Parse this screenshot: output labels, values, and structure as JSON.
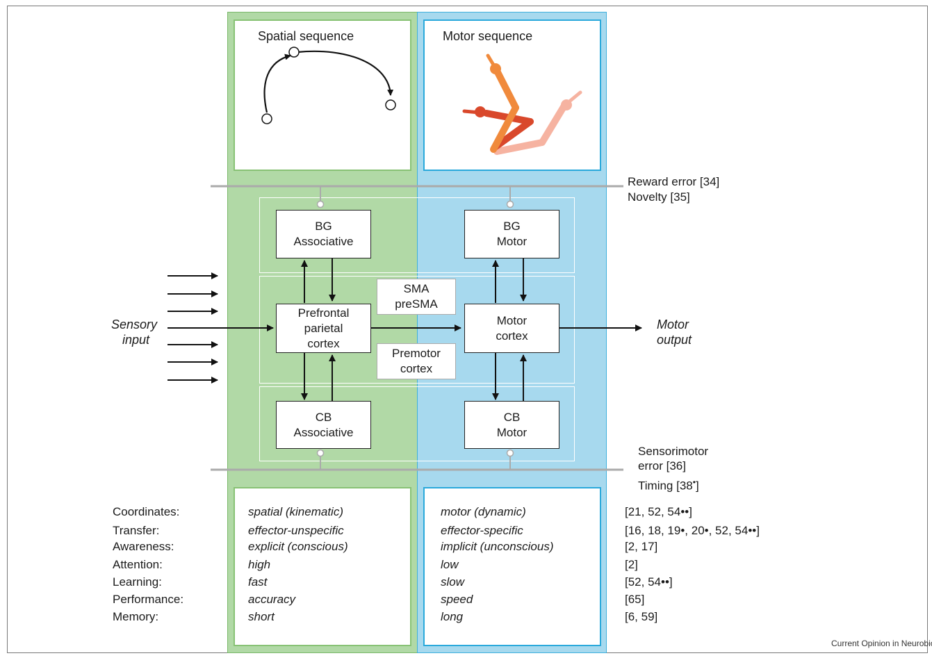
{
  "panels": {
    "spatial_title": "Spatial sequence",
    "motor_title": "Motor sequence"
  },
  "modulators": {
    "top_line1": "Reward error [34]",
    "top_line2": "Novelty [35]",
    "bottom_line1": "Sensorimotor",
    "bottom_line2": "error [36]",
    "bottom_line3_text": "Timing [38",
    "bottom_line3_sup": "•",
    "bottom_line3_end": "]"
  },
  "boxes": {
    "bg_assoc": [
      "BG",
      "Associative"
    ],
    "bg_motor": [
      "BG",
      "Motor"
    ],
    "pfc": [
      "Prefrontal",
      "parietal",
      "cortex"
    ],
    "motor_cortex": [
      "Motor",
      "cortex"
    ],
    "cb_assoc": [
      "CB",
      "Associative"
    ],
    "cb_motor": [
      "CB",
      "Motor"
    ],
    "sma": [
      "SMA",
      "preSMA"
    ],
    "premotor": [
      "Premotor",
      "cortex"
    ]
  },
  "io": {
    "sensory": [
      "Sensory",
      "input"
    ],
    "motor": [
      "Motor",
      "output"
    ]
  },
  "table": {
    "rows": [
      {
        "label": "Coordinates:",
        "spatial": "spatial (kinematic)",
        "motor": "motor (dynamic)",
        "ref": "[21, 52, 54••]"
      },
      {
        "label": "Transfer:",
        "spatial": "effector-unspecific",
        "motor": "effector-specific",
        "ref": "[16, 18, 19•, 20•, 52, 54••]"
      },
      {
        "label": "Awareness:",
        "spatial": "explicit (conscious)",
        "motor": "implicit (unconscious)",
        "ref": "[2, 17]"
      },
      {
        "label": "Attention:",
        "spatial": "high",
        "motor": "low",
        "ref": "[2]"
      },
      {
        "label": "Learning:",
        "spatial": "fast",
        "motor": "slow",
        "ref": "[52, 54••]"
      },
      {
        "label": "Performance:",
        "spatial": "accuracy",
        "motor": "speed",
        "ref": "[65]"
      },
      {
        "label": "Memory:",
        "spatial": "short",
        "motor": "long",
        "ref": "[6, 59]"
      }
    ]
  },
  "credit": "Current Opinion in Neurobiology",
  "colors": {
    "green_band": "#b1d9a6",
    "blue_band": "#a7d9ee",
    "arm_dark": "#d9482b",
    "arm_mid": "#f08a3c",
    "arm_light": "#f6b3a1"
  }
}
